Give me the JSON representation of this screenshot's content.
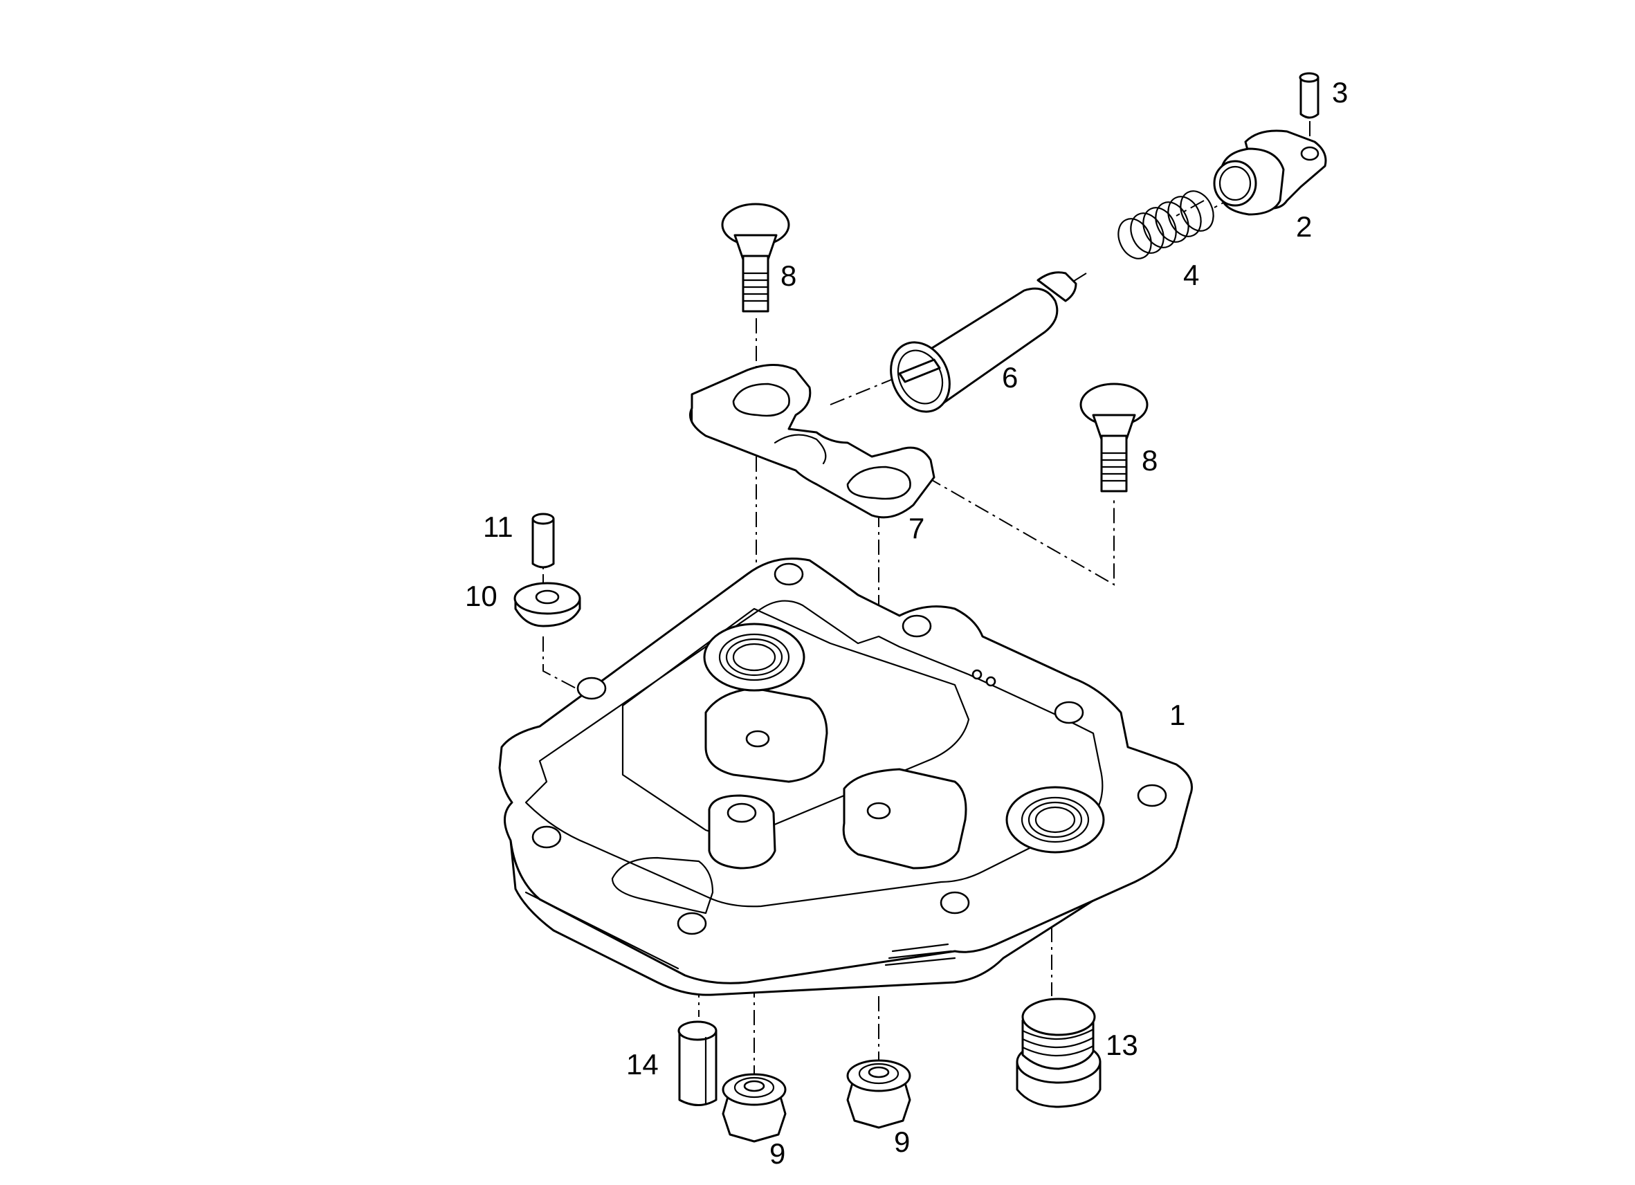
{
  "callouts": {
    "c1": "1",
    "c2": "2",
    "c3": "3",
    "c4": "4",
    "c6": "6",
    "c7": "7",
    "c8a": "8",
    "c8b": "8",
    "c9a": "9",
    "c9b": "9",
    "c10": "10",
    "c11": "11",
    "c13": "13",
    "c14": "14"
  }
}
